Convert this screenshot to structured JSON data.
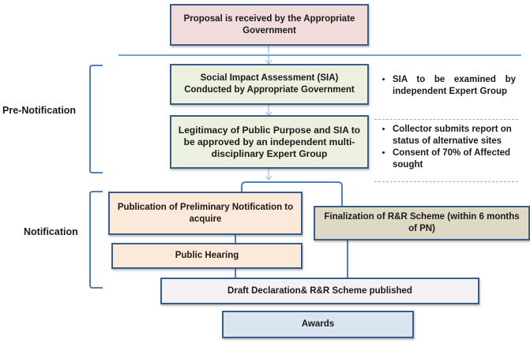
{
  "flow": {
    "proposal": "Proposal is  received by the Appropriate Government",
    "sia": "Social Impact Assessment  (SIA) Conducted by Appropriate Government",
    "legitimacy": "Legitimacy of Public Purpose and SIA to be approved by an independent multi-disciplinary Expert Group",
    "preliminary_notification": "Publication of Preliminary Notification to acquire",
    "public_hearing": "Public Hearing",
    "rr_finalization": "Finalization of R&R Scheme (within 6 months of PN)",
    "draft_declaration": "Draft Declaration& R&R Scheme published",
    "awards": "Awards"
  },
  "phases": {
    "pre_notification": "Pre-Notification",
    "notification": "Notification"
  },
  "notes": {
    "group1": [
      "SIA to be examined by independent Expert Group"
    ],
    "group2": [
      "Collector submits report on status of alternative sites",
      "Consent of 70% of Affected sought"
    ]
  },
  "colors": {
    "border": "#385d8a",
    "connector": "#4f81bd",
    "proposal_fill": "#f2dcdb",
    "pre_notification_fill": "#ebf1de",
    "notification_fill": "#fde9d9",
    "rr_fill": "#ddd9c4",
    "draft_fill": "#f4f0f4",
    "awards_fill": "#dbe5f1"
  }
}
